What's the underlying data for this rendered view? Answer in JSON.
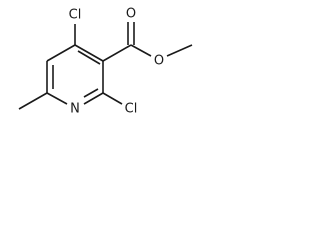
{
  "molecule": {
    "atoms": {
      "cl_top": "Cl",
      "cl_bottom": "Cl",
      "n_ring": "N",
      "o_carbonyl": "O",
      "o_ester": "O"
    }
  },
  "colors": {
    "bond": "#1a1a1a",
    "background": "#ffffff"
  }
}
